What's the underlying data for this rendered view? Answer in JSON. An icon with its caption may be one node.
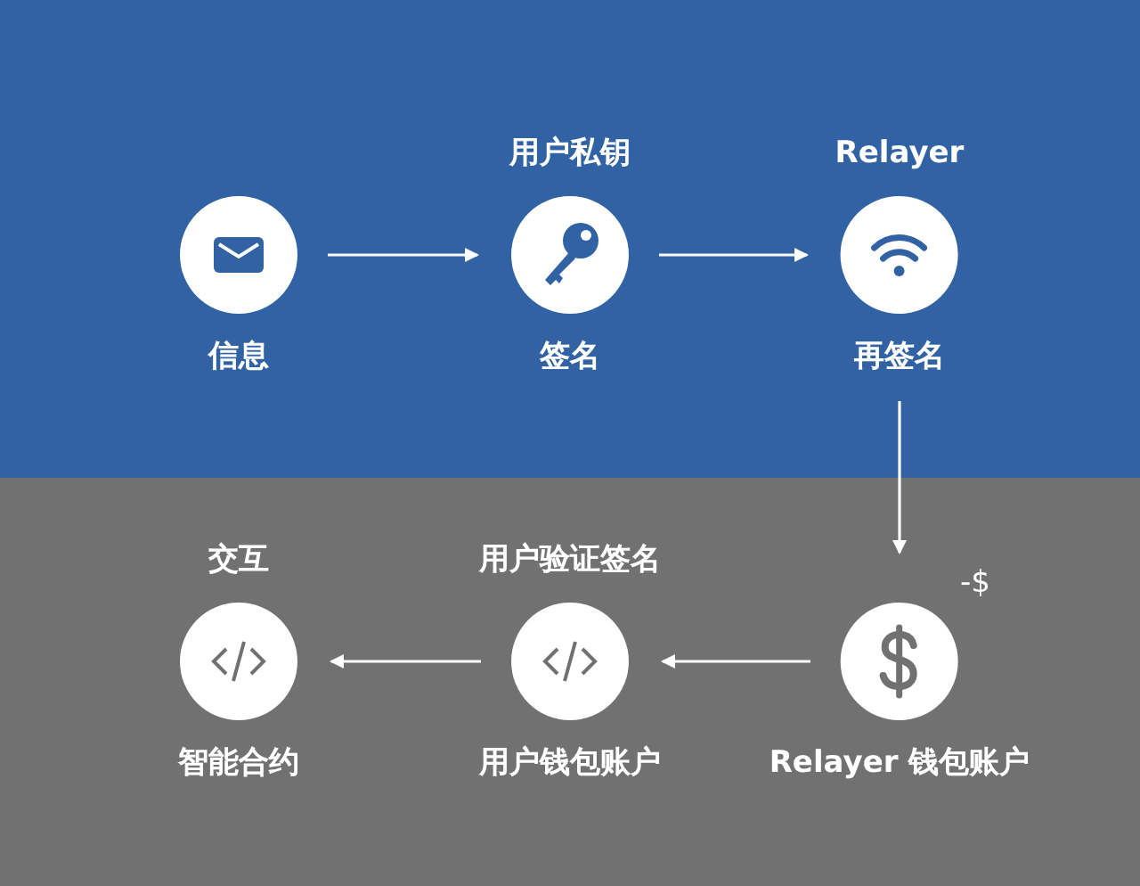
{
  "diagram": {
    "nodes": [
      {
        "text": [
          "信息"
        ]
      },
      {
        "text": [
          "用户私钥",
          "签名"
        ]
      },
      {
        "text": [
          "Relayer",
          "再签名"
        ]
      },
      {
        "text": [
          "交互",
          "智能合约"
        ]
      },
      {
        "text": [
          "用户验证签名",
          "用户钱包账户"
        ]
      },
      {
        "text": [
          "Relayer 钱包账户"
        ],
        "beside": [
          "-$"
        ]
      }
    ],
    "edges": [
      {
        "from": 0,
        "to": 1,
        "arrow": "to"
      },
      {
        "from": 1,
        "to": 2,
        "arrow": "to"
      },
      {
        "from": 2,
        "to": 5,
        "arrow": "to"
      },
      {
        "from": 5,
        "to": 4,
        "arrow": "to"
      },
      {
        "from": 4,
        "to": 3,
        "arrow": "to"
      }
    ]
  }
}
